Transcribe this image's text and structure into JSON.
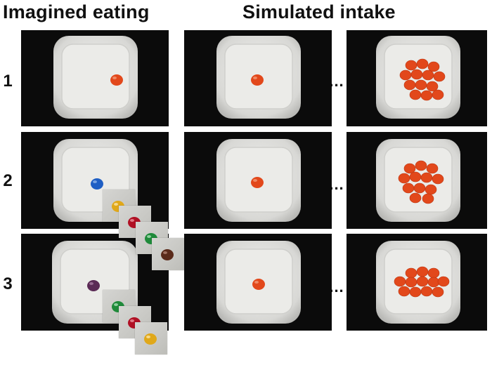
{
  "headings": {
    "left": "Imagined eating",
    "right": "Simulated intake"
  },
  "rows": [
    {
      "label": "1",
      "ellipsis": "..."
    },
    {
      "label": "2",
      "ellipsis": "..."
    },
    {
      "label": "3",
      "ellipsis": "..."
    }
  ],
  "colors": {
    "background": "#ffffff",
    "panel": "#0b0b0b",
    "plate": "#e6e6e3",
    "candy_orange": "#e2481b",
    "candy_blue": "#1f5fc4",
    "candy_yellow": "#e0a81a",
    "candy_red": "#b01024",
    "candy_green": "#1f8a3a",
    "candy_brown": "#5a2a1a",
    "candy_purple": "#5a2a55"
  }
}
